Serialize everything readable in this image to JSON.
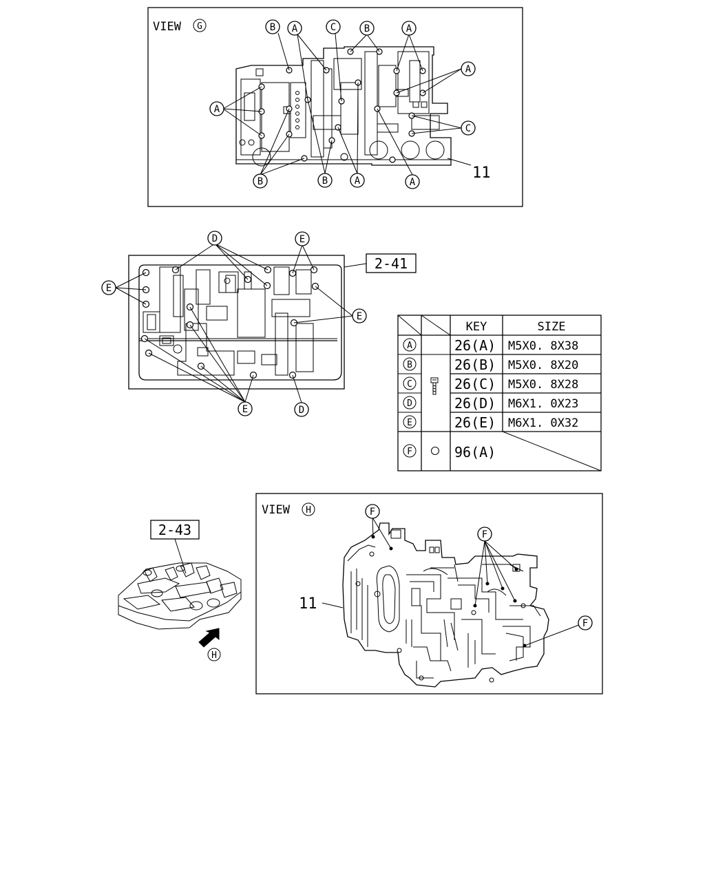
{
  "view_g": {
    "title": "VIEW",
    "view_letter": "G",
    "part_number": "11",
    "callouts": {
      "a": "A",
      "b": "B",
      "c": "C"
    }
  },
  "view_241": {
    "ref_label": "2-41",
    "callouts": {
      "d": "D",
      "e": "E"
    }
  },
  "key_table": {
    "headers": {
      "key": "KEY",
      "size": "SIZE"
    },
    "rows": [
      {
        "letter": "A",
        "key": "26(A)",
        "size": "M5X0. 8X38",
        "icon": "bolt-icon"
      },
      {
        "letter": "B",
        "key": "26(B)",
        "size": "M5X0. 8X20",
        "icon": "bolt-icon"
      },
      {
        "letter": "C",
        "key": "26(C)",
        "size": "M5X0. 8X28",
        "icon": "bolt-icon"
      },
      {
        "letter": "D",
        "key": "26(D)",
        "size": "M6X1. 0X23",
        "icon": "bolt-icon"
      },
      {
        "letter": "E",
        "key": "26(E)",
        "size": "M6X1. 0X32",
        "icon": "bolt-icon"
      },
      {
        "letter": "F",
        "key": "96(A)",
        "size": "",
        "icon": "ball-icon"
      }
    ]
  },
  "view_243": {
    "ref_label": "2-43",
    "arrow_letter": "H"
  },
  "view_h": {
    "title": "VIEW",
    "view_letter": "H",
    "part_number": "11",
    "callouts": {
      "f": "F"
    }
  }
}
